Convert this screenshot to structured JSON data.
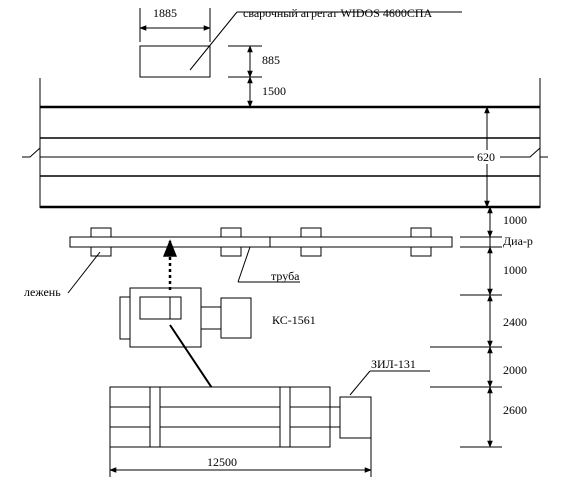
{
  "labels": {
    "welder_width": "1885",
    "welder_unit": "сварочный агрегат WIDOS 4600СПА",
    "welder_depth": "885",
    "gap_top": "1500",
    "road_width": "620",
    "dim_1000_a": "1000",
    "pipe_diameter": "Диа-р",
    "dim_1000_b": "1000",
    "skid": "лежень",
    "pipe": "труба",
    "crane": "КС-1561",
    "dim_2400": "2400",
    "dim_2000": "2000",
    "truck": "ЗИЛ-131",
    "dim_2600": "2600",
    "truck_length": "12500"
  }
}
